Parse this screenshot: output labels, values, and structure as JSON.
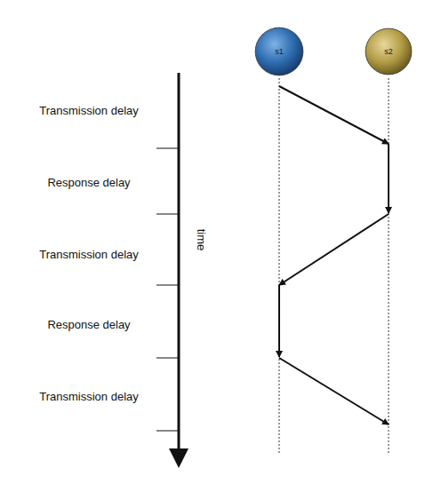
{
  "diagram": {
    "nodes": [
      {
        "text": [
          "s1"
        ]
      },
      {
        "text": [
          "s2"
        ]
      }
    ],
    "edges": [
      {
        "from": 0,
        "to": 1,
        "arrow": "to"
      },
      {
        "from": 1,
        "to": 0,
        "arrow": "to"
      },
      {
        "from": 0,
        "to": 1,
        "arrow": "to"
      }
    ],
    "labels": [
      "Transmission delay",
      "Response delay",
      "Transmission delay",
      "Response delay",
      "Transmission delay",
      "time"
    ]
  }
}
